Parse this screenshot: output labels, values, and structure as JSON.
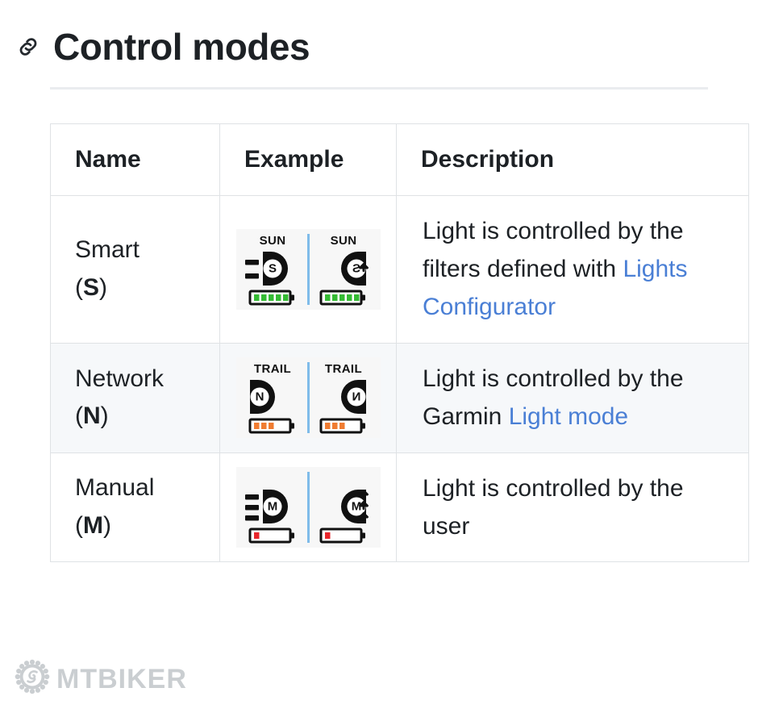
{
  "heading": {
    "anchor_icon": "link-icon",
    "title": "Control modes"
  },
  "table": {
    "columns": [
      "Name",
      "Example",
      "Description"
    ],
    "rows": [
      {
        "name": "Smart",
        "code": "(S)",
        "code_letter": "S",
        "example": {
          "label": "SUN",
          "letter": "S",
          "battery_color": "#35bb34",
          "battery_bars": 5,
          "left_beams": 2,
          "right_sparkles": 1
        },
        "description_parts": [
          {
            "text": "Light is controlled by the filters defined with ",
            "link": false
          },
          {
            "text": "Lights Configurator",
            "link": true
          }
        ],
        "alt_row": false
      },
      {
        "name": "Network",
        "code": "(N)",
        "code_letter": "N",
        "example": {
          "label": "TRAIL",
          "letter": "N",
          "battery_color": "#f07c31",
          "battery_bars": 3,
          "left_beams": 0,
          "right_sparkles": 0
        },
        "description_parts": [
          {
            "text": "Light is controlled by the Garmin ",
            "link": false
          },
          {
            "text": "Light mode",
            "link": true
          }
        ],
        "alt_row": true
      },
      {
        "name": "Manual",
        "code": "(M)",
        "code_letter": "M",
        "example": {
          "label": "",
          "letter": "M",
          "battery_color": "#e8252b",
          "battery_bars": 1,
          "left_beams": 3,
          "right_sparkles": 3
        },
        "description_parts": [
          {
            "text": "Light is controlled by the user",
            "link": false
          }
        ],
        "alt_row": false
      }
    ]
  },
  "watermark": {
    "text": "MTBIKER",
    "icon": "sprocket-logo-icon",
    "color": "#b7bcc0"
  },
  "colors": {
    "link": "#4a7fd5",
    "text": "#1d2125",
    "border": "#dfe2e5",
    "alt_row_bg": "#f6f8fa",
    "divider_blue": "#7fbcea"
  }
}
